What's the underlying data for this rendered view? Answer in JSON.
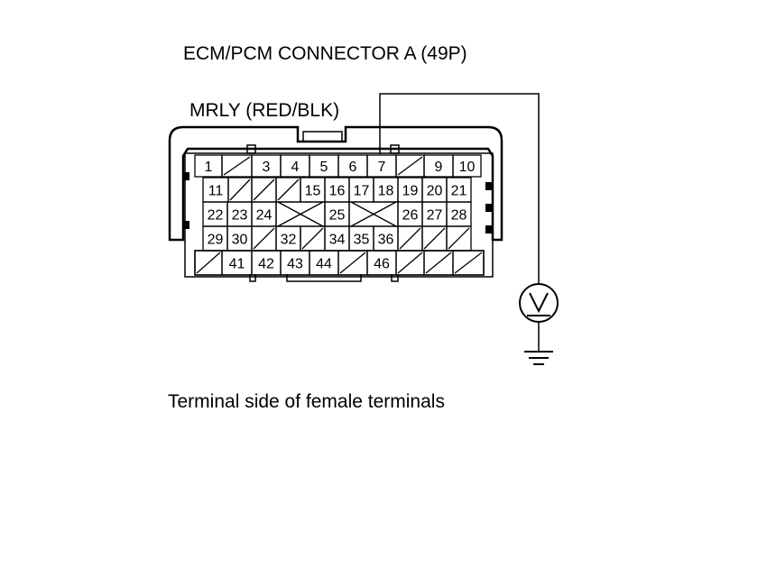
{
  "title": "ECM/PCM CONNECTOR A (49P)",
  "wire_label": "MRLY (RED/BLK)",
  "caption": "Terminal side of female terminals",
  "meter_icon": "voltmeter-icon",
  "ground_icon": "ground-icon",
  "probe_terminal": "7",
  "connector_rows": [
    [
      "1",
      "/",
      "3",
      "4",
      "5",
      "6",
      "7",
      "/",
      "9",
      "10"
    ],
    [
      "11",
      "/",
      "/",
      "/",
      "15",
      "16",
      "17",
      "18",
      "19",
      "20",
      "21"
    ],
    [
      "22",
      "23",
      "24",
      "X",
      "25",
      "X",
      "26",
      "27",
      "28"
    ],
    [
      "29",
      "30",
      "/",
      "32",
      "/",
      "34",
      "35",
      "36",
      "/",
      "/",
      "/"
    ],
    [
      "/",
      "41",
      "42",
      "43",
      "44",
      "/",
      "46",
      "/",
      "/",
      "/"
    ]
  ]
}
